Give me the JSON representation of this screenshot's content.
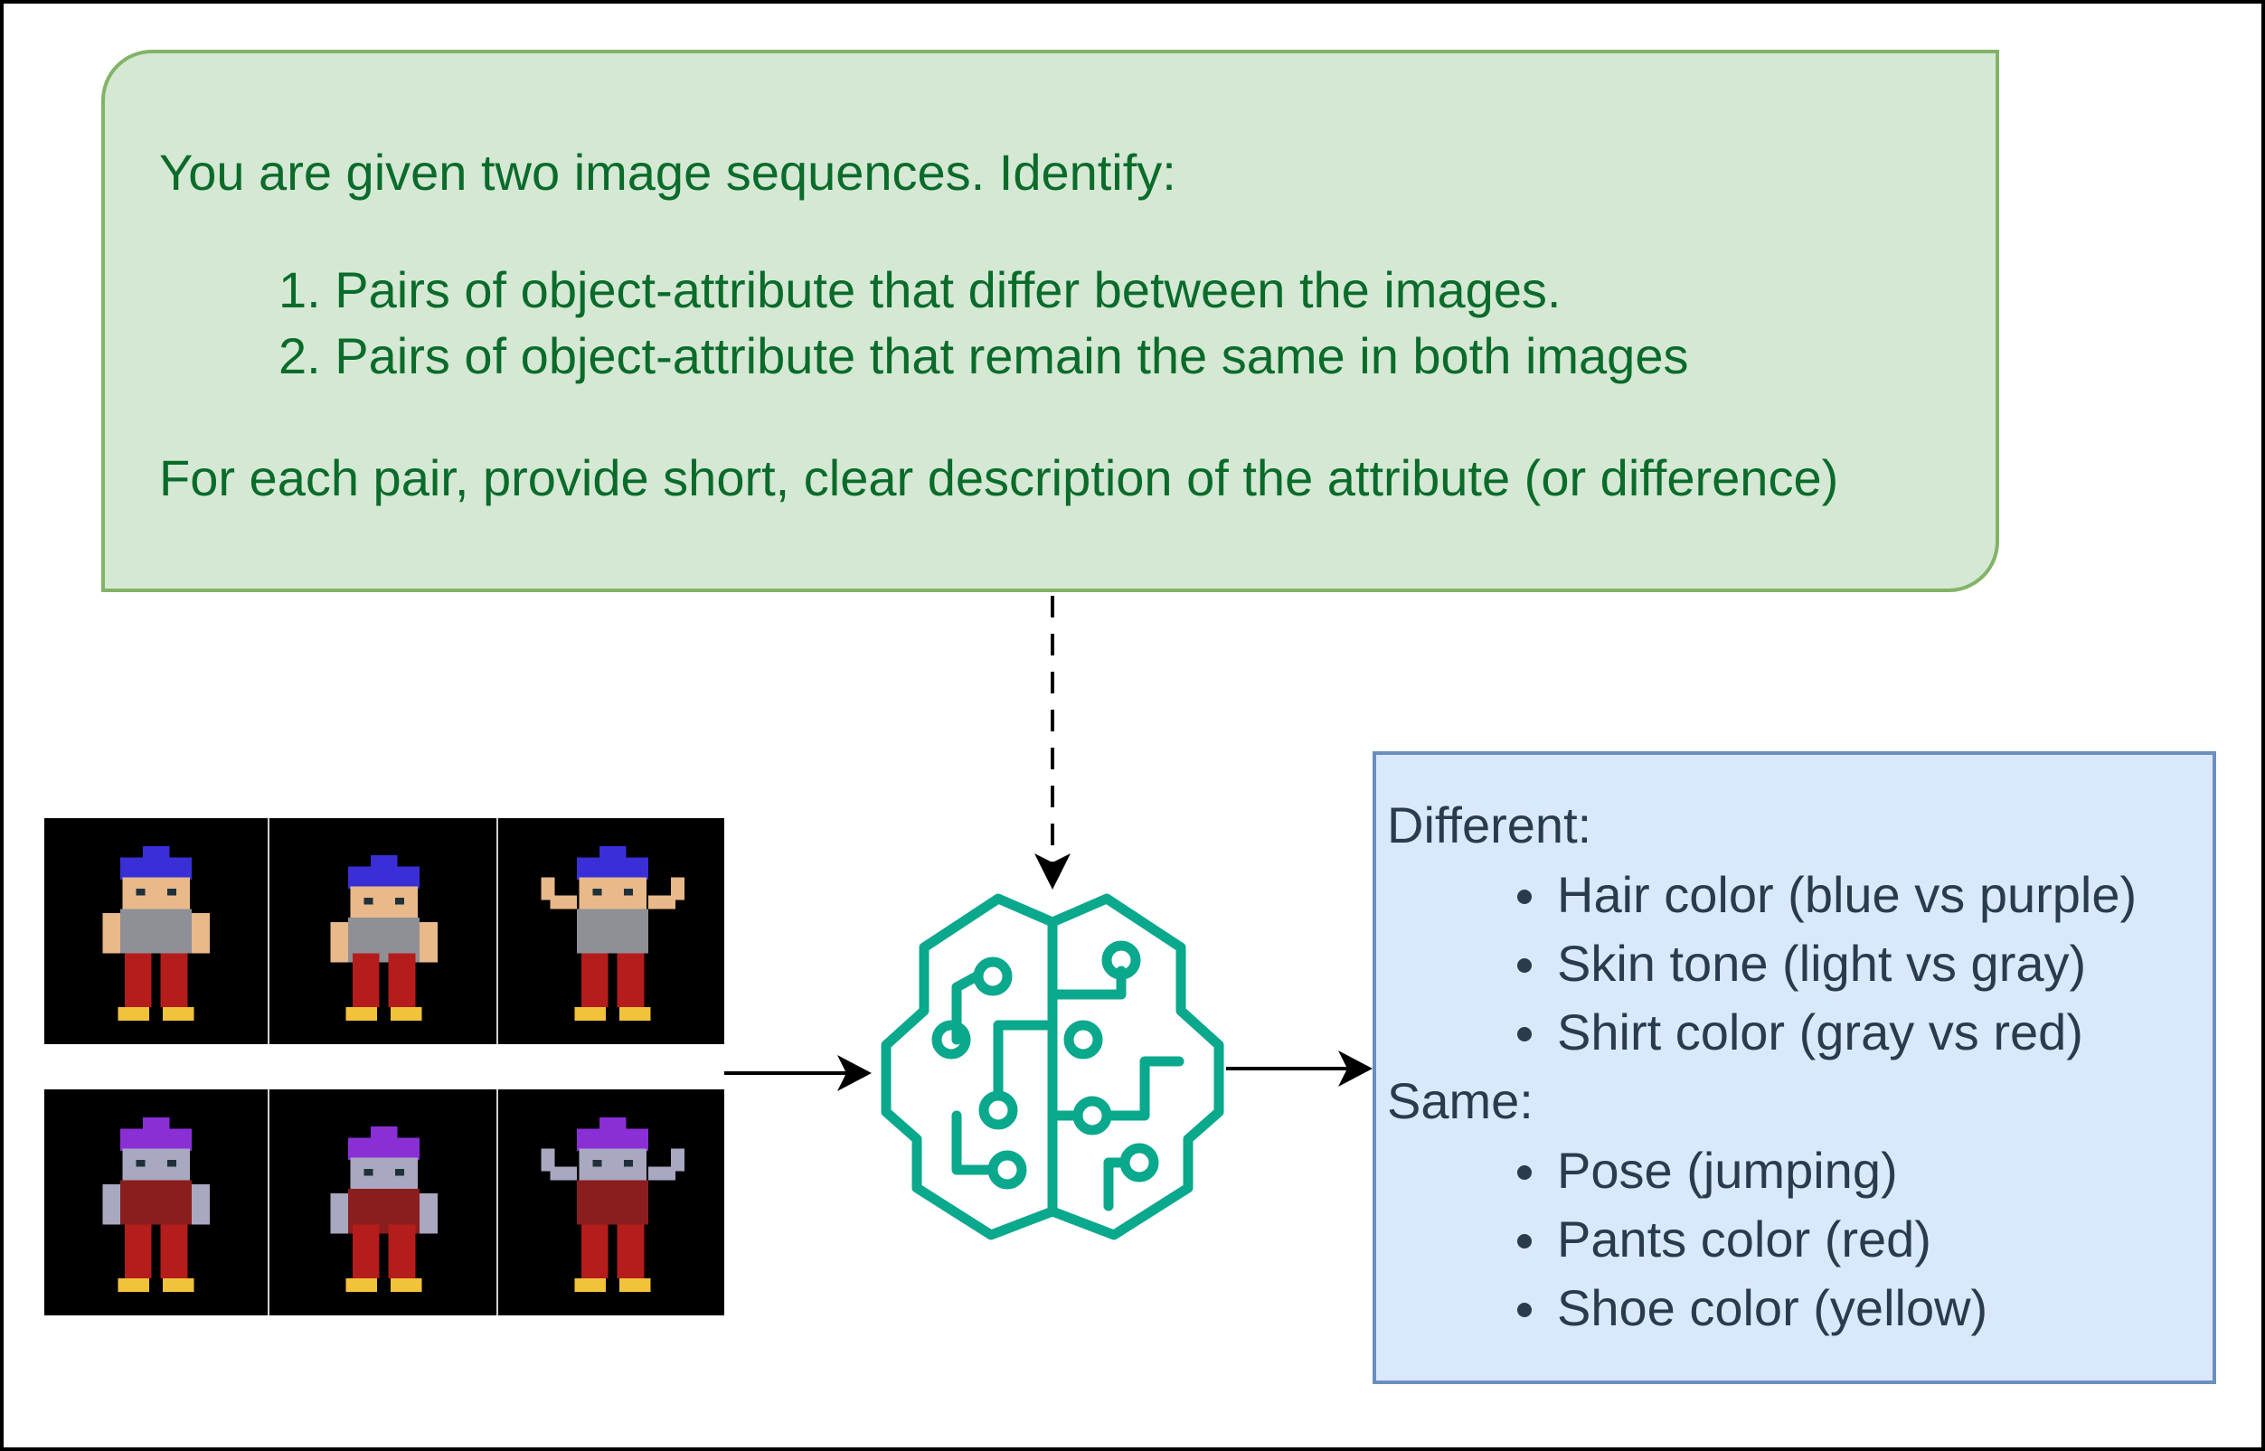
{
  "prompt": {
    "intro": "You are given two image sequences. Identify:",
    "items": [
      "1. Pairs of object-attribute that differ between the images.",
      "2. Pairs of object-attribute that remain the same in both images"
    ],
    "footer": "For each pair, provide short, clear description of the attribute (or difference)"
  },
  "result": {
    "different_title": "Different:",
    "different_items": [
      "Hair color (blue vs purple)",
      "Skin tone (light vs gray)",
      "Shirt color (gray vs red)"
    ],
    "same_title": "Same:",
    "same_items": [
      "Pose (jumping)",
      "Pants color (red)",
      "Shoe color (yellow)"
    ]
  },
  "colors": {
    "prompt_fill": "#d5e8d4",
    "prompt_border": "#82b366",
    "prompt_text": "#0a6b2a",
    "result_fill": "#dae8fc",
    "result_border": "#6c8ebf",
    "result_text": "#2a3a4f",
    "brain_icon": "#0aa88c"
  },
  "icons": {
    "model": "brain-circuit-icon"
  }
}
